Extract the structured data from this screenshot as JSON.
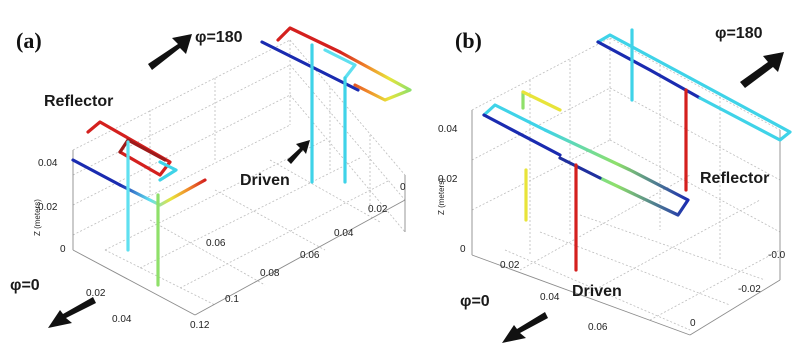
{
  "panel_a": {
    "label": "(a)",
    "z_axis_label": "Z (meters)",
    "z_ticks": [
      "0.04",
      "0.02",
      "0"
    ],
    "x_ticks": [
      "0.02",
      "0.04"
    ],
    "y_ticks": [
      "0.06",
      "0.08",
      "0.1",
      "0.12"
    ],
    "y2_ticks": [
      "0",
      "0.02",
      "0.04",
      "0.06"
    ],
    "phi_top": "φ=180",
    "phi_bottom": "φ=0",
    "reflector": "Reflector",
    "driven": "Driven"
  },
  "panel_b": {
    "label": "(b)",
    "z_axis_label": "Z (meters)",
    "z_ticks": [
      "0.04",
      "0.02",
      "0"
    ],
    "x_ticks": [
      "0.02",
      "0.04",
      "0.06"
    ],
    "y_ticks": [
      "0",
      "-0.02",
      "-0.0"
    ],
    "phi_top": "φ=180",
    "phi_bottom": "φ=0",
    "reflector": "Reflector",
    "driven": "Driven"
  },
  "colors": {
    "wire_blue": "#1a2bb0",
    "wire_darkblue": "#1f2f9e",
    "wire_cyan": "#3fd3e8",
    "wire_lightcyan": "#5fe0f0",
    "wire_green": "#8fe06a",
    "wire_yellow": "#e8e43a",
    "wire_orange": "#f08a2a",
    "wire_red": "#d4201e",
    "wire_darkred": "#9e1a1a"
  }
}
